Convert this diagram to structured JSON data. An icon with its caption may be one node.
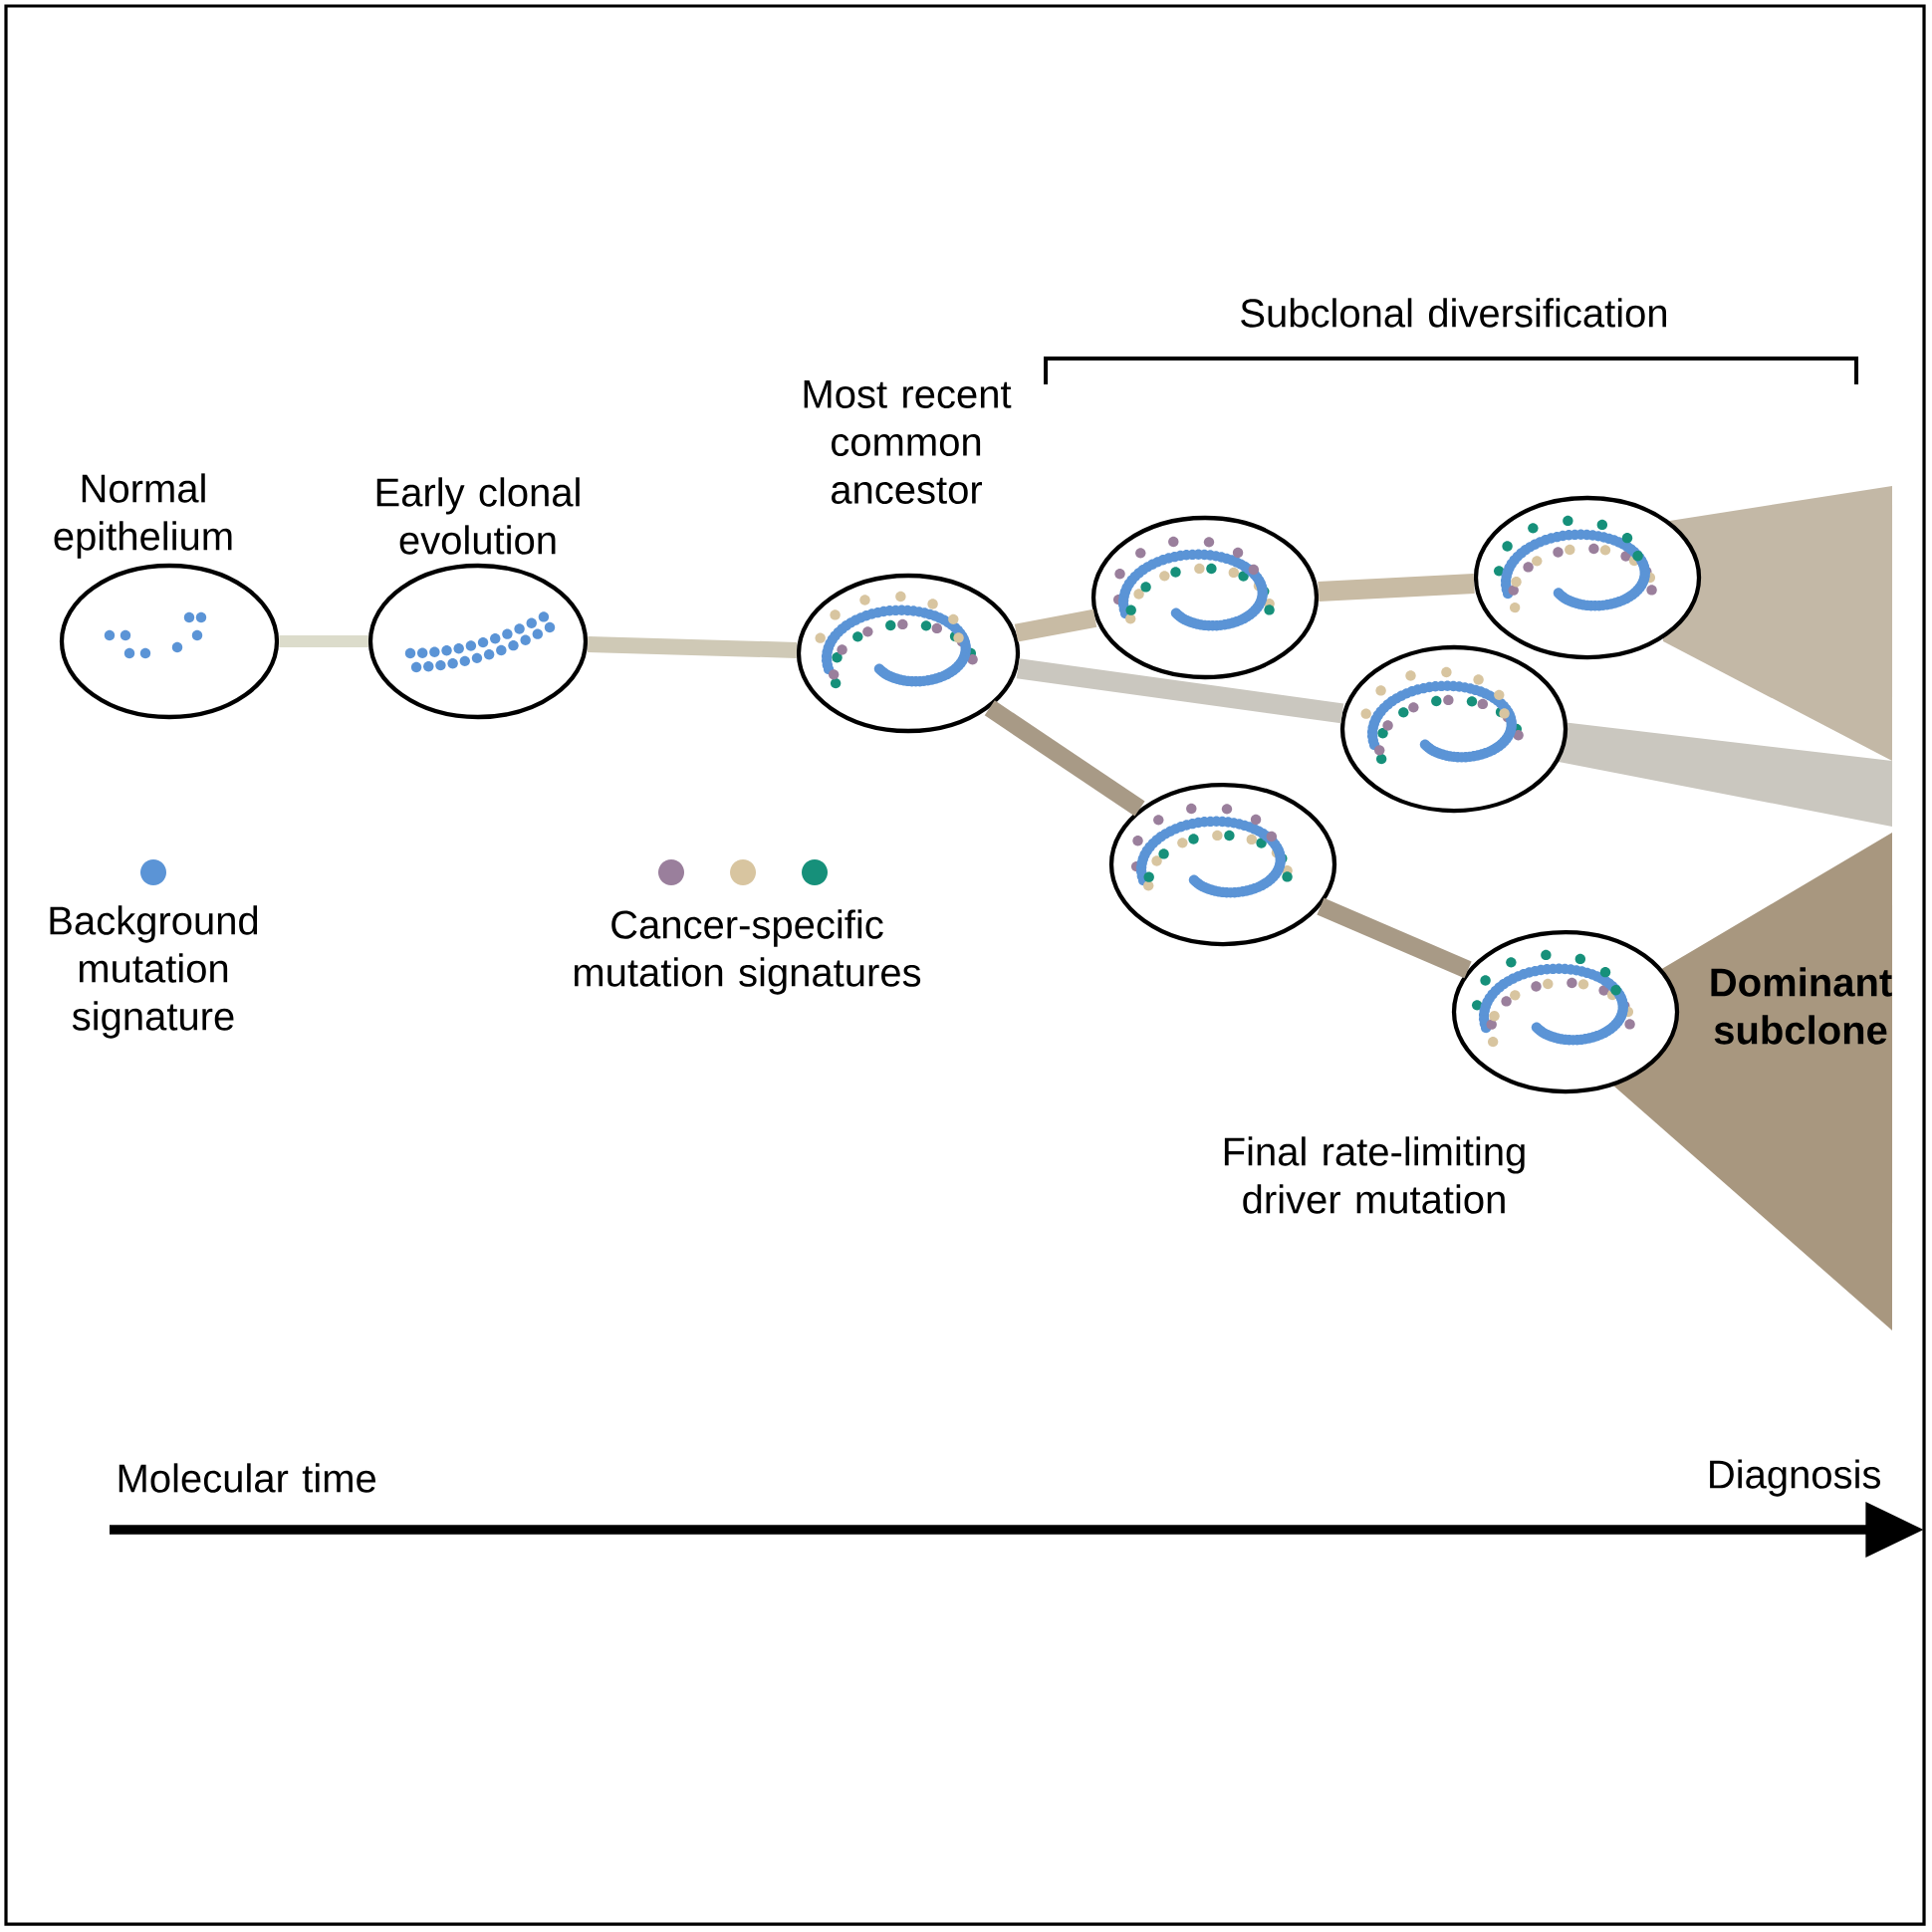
{
  "diagram": {
    "nodes": [
      {
        "text": [
          "Normal epithelium"
        ]
      },
      {
        "text": [
          "Early clonal evolution"
        ]
      },
      {
        "text": [
          "Most recent common ancestor"
        ]
      },
      {
        "text": [],
        "shape": "circle"
      },
      {
        "text": [],
        "shape": "circle"
      },
      {
        "text": [],
        "shape": "circle"
      },
      {
        "text": [],
        "shape": "circle"
      },
      {
        "text": [],
        "shape": "circle",
        "beside": [
          "Final rate-limiting driver mutation"
        ]
      }
    ],
    "edges": [
      {
        "from": 0,
        "to": 1,
        "arrow": "none",
        "color": "#dcdccb"
      },
      {
        "from": 1,
        "to": 2,
        "arrow": "none",
        "color": "#cfc9b6"
      },
      {
        "from": 2,
        "to": 3,
        "arrow": "none",
        "color": "#c8bba4"
      },
      {
        "from": 3,
        "to": 4,
        "arrow": "none",
        "color": "#c8bba4"
      },
      {
        "from": 2,
        "to": 5,
        "arrow": "none",
        "color": "#cac7bf"
      },
      {
        "from": 2,
        "to": 6,
        "arrow": "none",
        "color": "#a89a86"
      },
      {
        "from": 6,
        "to": 7,
        "arrow": "none",
        "color": "#a89a86"
      }
    ],
    "labels": [
      "Subclonal diversification",
      "Dominant subclone",
      "Molecular time",
      "Diagnosis"
    ],
    "legend": [
      {
        "text": "Background mutation signature",
        "color": "#5b94d6"
      },
      {
        "text": "Cancer-specific mutation signatures"
      }
    ]
  }
}
